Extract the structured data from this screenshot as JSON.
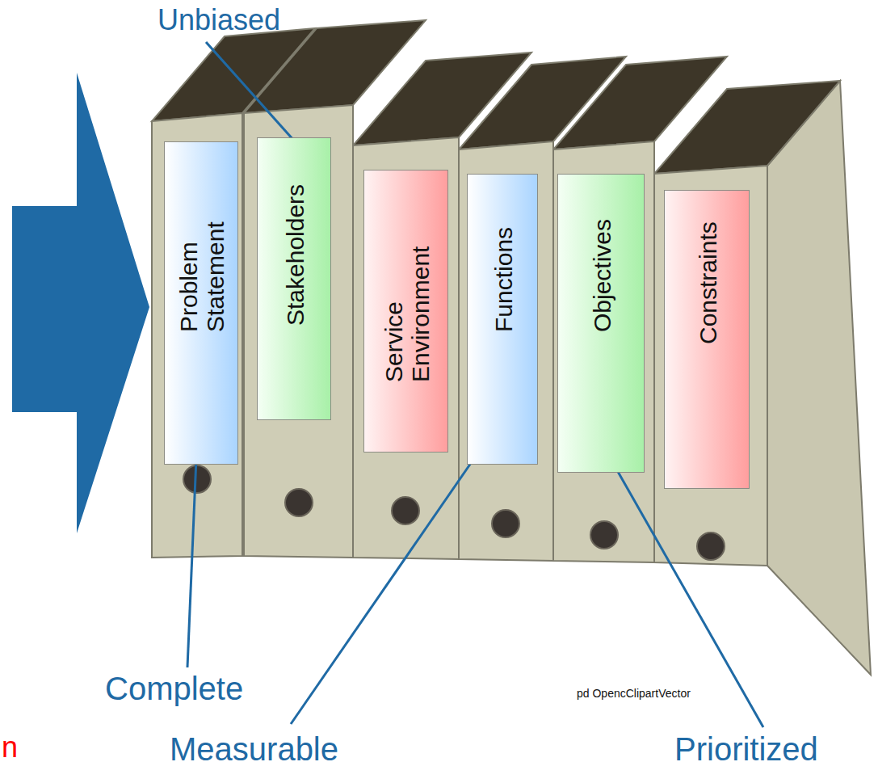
{
  "diagram": {
    "nodes": [
      {
        "text": [
          "Problem Statement"
        ]
      },
      {
        "text": [
          "Stakeholders"
        ]
      },
      {
        "text": [
          "Service Environment"
        ]
      },
      {
        "text": [
          "Functions"
        ]
      },
      {
        "text": [
          "Objectives"
        ]
      },
      {
        "text": [
          "Constraints"
        ]
      }
    ],
    "labels": [
      "Unbiased",
      "Complete",
      "Measurable",
      "Prioritized",
      "pd OpencClipartVector",
      "n"
    ]
  }
}
